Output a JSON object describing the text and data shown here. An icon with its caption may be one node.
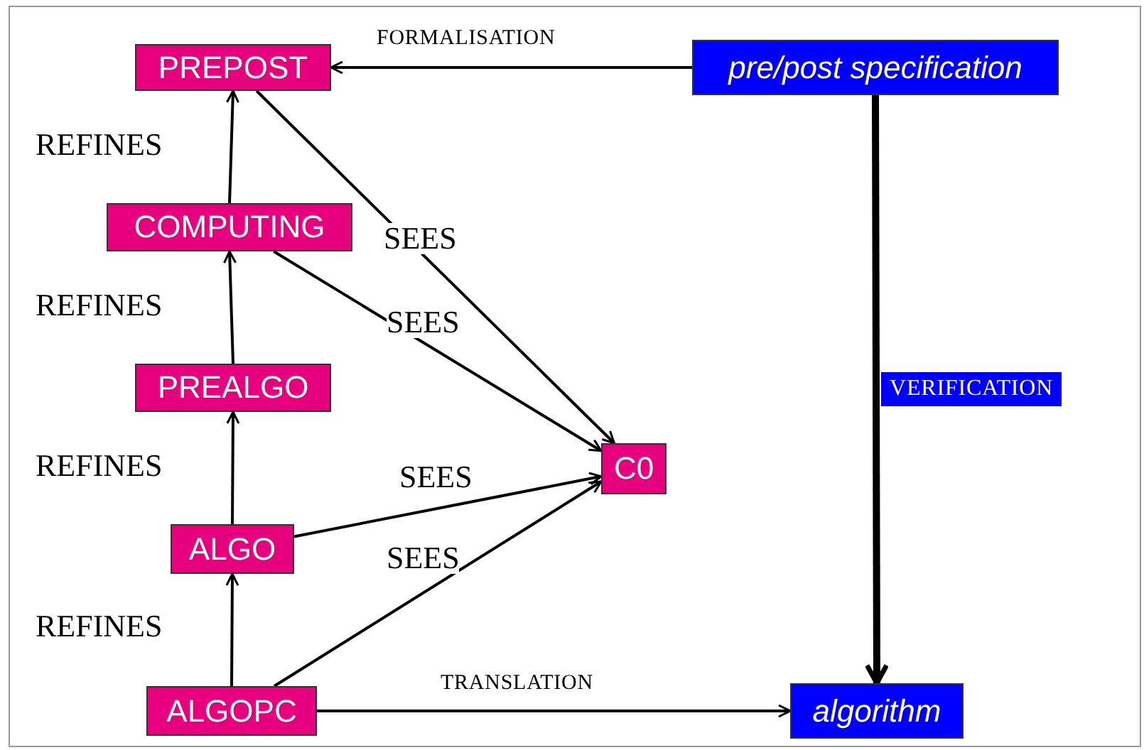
{
  "diagram": {
    "nodes": [
      {
        "text": [
          "PREPOST"
        ]
      },
      {
        "text": [
          "COMPUTING"
        ]
      },
      {
        "text": [
          "PREALGO"
        ]
      },
      {
        "text": [
          "ALGO"
        ]
      },
      {
        "text": [
          "ALGOPC"
        ]
      },
      {
        "text": [
          "C0"
        ]
      },
      {
        "text": [
          "pre/post specification"
        ]
      },
      {
        "text": [
          "algorithm"
        ]
      }
    ],
    "edges": [
      {
        "from": 1,
        "to": 0,
        "arrow": "to",
        "label": "REFINES"
      },
      {
        "from": 2,
        "to": 1,
        "arrow": "to",
        "label": "REFINES"
      },
      {
        "from": 3,
        "to": 2,
        "arrow": "to",
        "label": "REFINES"
      },
      {
        "from": 4,
        "to": 3,
        "arrow": "to",
        "label": "REFINES"
      },
      {
        "from": 0,
        "to": 5,
        "arrow": "to",
        "label": "SEES"
      },
      {
        "from": 1,
        "to": 5,
        "arrow": "to",
        "label": "SEES"
      },
      {
        "from": 3,
        "to": 5,
        "arrow": "to",
        "label": "SEES"
      },
      {
        "from": 4,
        "to": 5,
        "arrow": "to",
        "label": "SEES"
      },
      {
        "from": 6,
        "to": 0,
        "arrow": "to",
        "label": "FORMALISATION"
      },
      {
        "from": 6,
        "to": 7,
        "arrow": "to",
        "label": "VERIFICATION",
        "style": "thick"
      },
      {
        "from": 4,
        "to": 7,
        "arrow": "to",
        "label": "TRANSLATION"
      }
    ]
  }
}
